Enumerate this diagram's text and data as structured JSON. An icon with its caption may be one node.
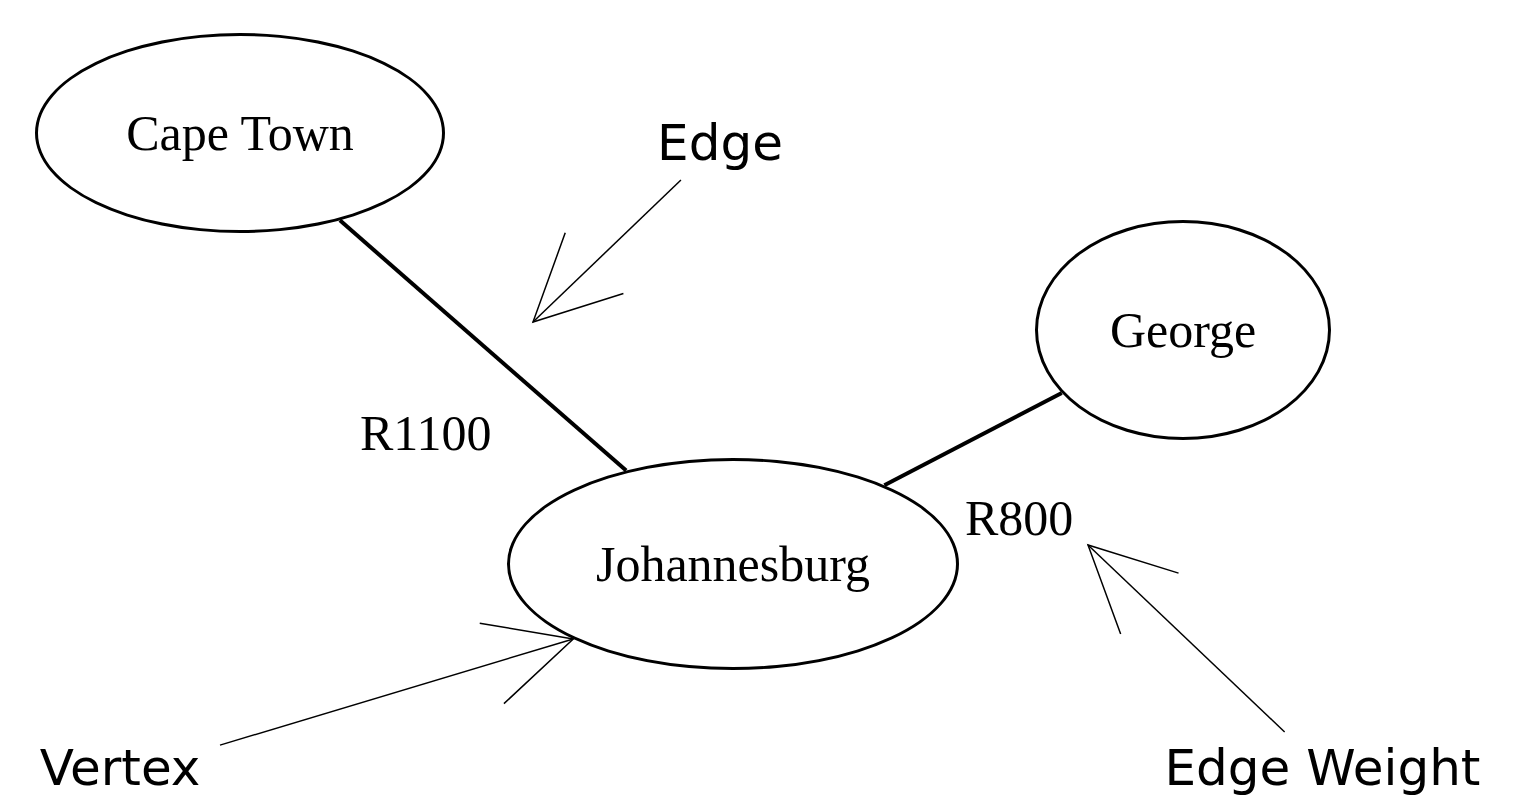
{
  "diagram": {
    "nodes": [
      {
        "text": [
          "Cape Town"
        ]
      },
      {
        "text": [
          "George"
        ]
      },
      {
        "text": [
          "Johannesburg"
        ]
      },
      {
        "text": [
          "Edge"
        ]
      },
      {
        "text": [
          "Vertex"
        ]
      },
      {
        "text": [
          "Edge Weight"
        ]
      }
    ],
    "edges": [
      {
        "from": 0,
        "to": 2,
        "arrow": "none",
        "label": "R1100",
        "style": "thick"
      },
      {
        "from": 2,
        "to": 1,
        "arrow": "none",
        "label": "R800",
        "style": "thick"
      },
      {
        "from": 3,
        "to": null,
        "arrow": "to"
      },
      {
        "from": 4,
        "to": 2,
        "arrow": "to"
      },
      {
        "from": 5,
        "to": null,
        "arrow": "to"
      }
    ]
  }
}
